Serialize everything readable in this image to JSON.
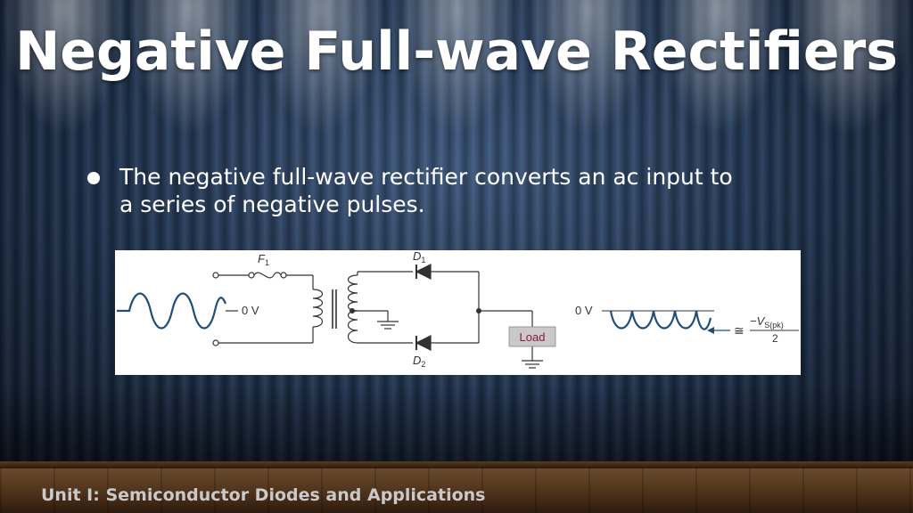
{
  "slide": {
    "title": "Negative Full-wave Rectifiers",
    "bullet": "The negative full-wave rectifier converts an ac input to a series of negative pulses.",
    "footer": "Unit I: Semiconductor Diodes and Applications"
  },
  "diagram": {
    "fuse_label": "F",
    "fuse_sub": "1",
    "d1_label": "D",
    "d1_sub": "1",
    "d2_label": "D",
    "d2_sub": "2",
    "input_ref": "0 V",
    "output_ref": "0 V",
    "load_label": "Load",
    "approx_symbol": "≅",
    "peak_numerator": "−V",
    "peak_numerator_sub": "S(pk)",
    "peak_denominator": "2"
  },
  "colors": {
    "waveform": "#1f4e79",
    "load_fill": "#c9c9c9",
    "load_text": "#8b1a3a",
    "circuit": "#333333"
  }
}
